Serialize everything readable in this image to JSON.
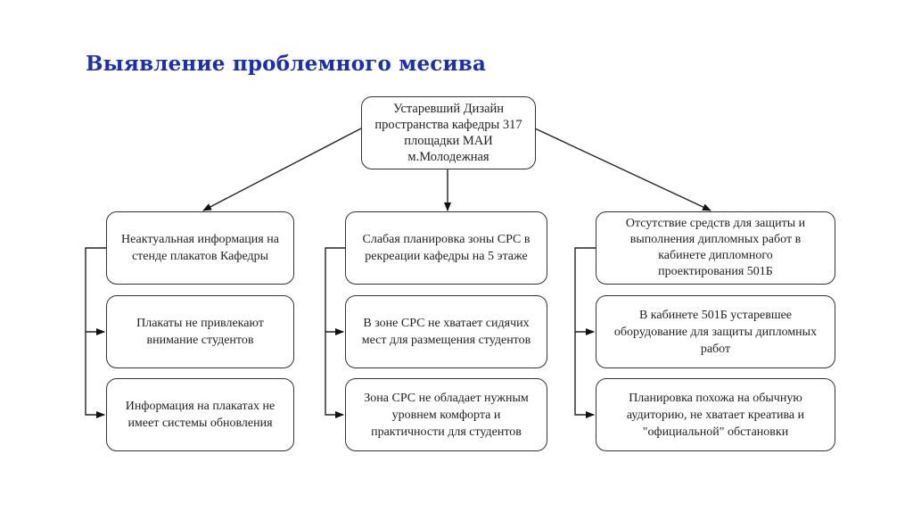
{
  "slide": {
    "title": "Выявление проблемного месива"
  },
  "diagram": {
    "root": {
      "lines": [
        "Устаревший Дизайн",
        "пространства кафедры 317",
        "площадки МАИ",
        "м.Молодежная"
      ]
    },
    "branches": [
      {
        "head": {
          "lines": [
            "Неактуальная информация на",
            "стенде плакатов Кафедры"
          ]
        },
        "children": [
          {
            "lines": [
              "Плакаты не привлекают",
              "внимание студентов"
            ]
          },
          {
            "lines": [
              "Информация на плакатах не",
              "имеет системы обновления"
            ]
          }
        ]
      },
      {
        "head": {
          "lines": [
            "Слабая планировка зоны СРС в",
            "рекреации кафедры на 5 этаже"
          ]
        },
        "children": [
          {
            "lines": [
              "В зоне СРС не хватает сидячих",
              "мест для размещения студентов"
            ]
          },
          {
            "lines": [
              "Зона СРС не обладает нужным",
              "уровнем комфорта и",
              "практичности для студентов"
            ]
          }
        ]
      },
      {
        "head": {
          "lines": [
            "Отсутствие средств для защиты и",
            "выполнения дипломных работ в",
            "кабинете дипломного",
            "проектирования 501Б"
          ]
        },
        "children": [
          {
            "lines": [
              "В кабинете 501Б устаревшее",
              "оборудование для защиты дипломных",
              "работ"
            ]
          },
          {
            "lines": [
              "Планировка похожа на обычную",
              "аудиторию, не хватает креатива и",
              "\"официальной\" обстановки"
            ]
          }
        ]
      }
    ]
  }
}
